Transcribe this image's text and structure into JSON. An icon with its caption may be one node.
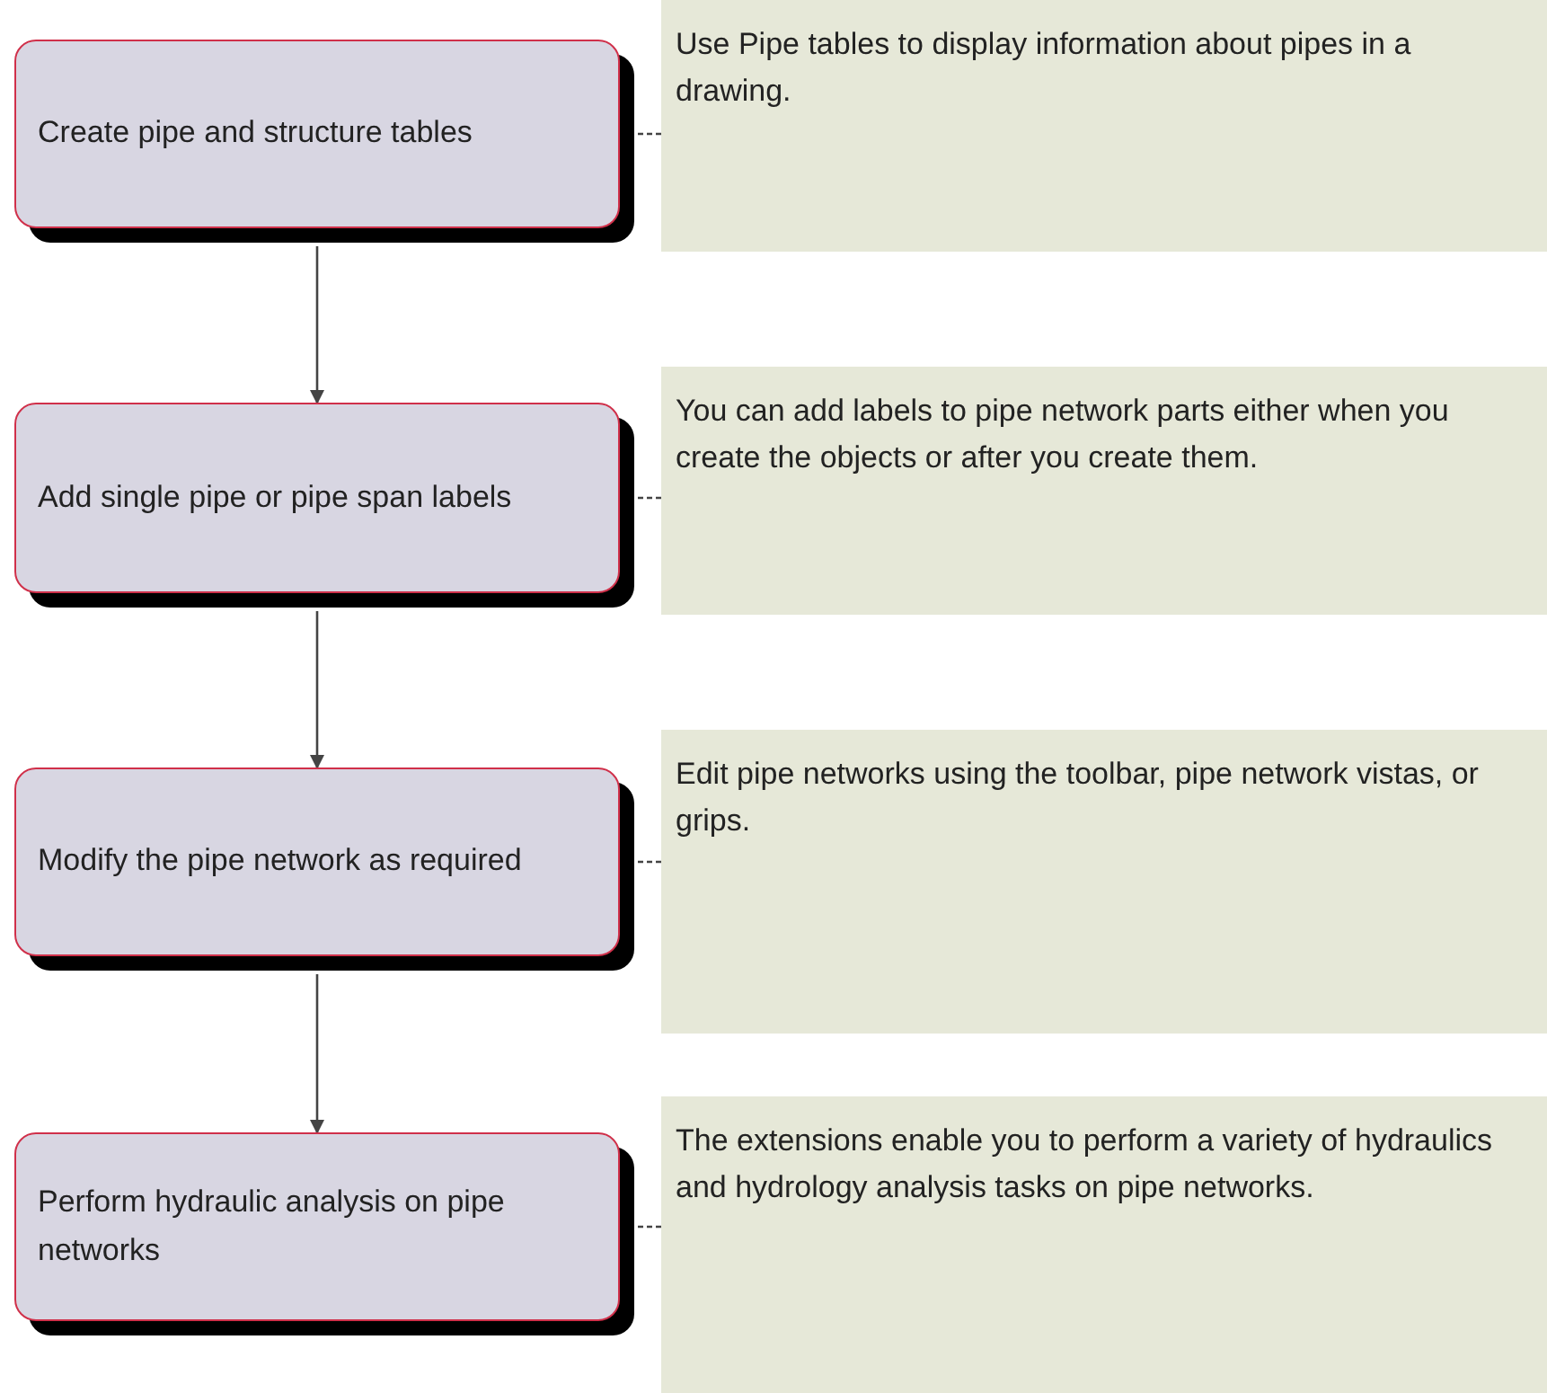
{
  "diagram": {
    "nodes": [
      {
        "text": [
          "Create pipe and structure tables"
        ]
      },
      {
        "text": [
          "Use Pipe tables to display information about pipes in a drawing."
        ]
      },
      {
        "text": [
          "Add single pipe or pipe span labels"
        ]
      },
      {
        "text": [
          "You can add labels to pipe network parts either when you create the objects or after you create them."
        ]
      },
      {
        "text": [
          "Modify the pipe network as required"
        ]
      },
      {
        "text": [
          "Edit pipe networks using the toolbar, pipe network vistas, or grips."
        ]
      },
      {
        "text": [
          "Perform hydraulic analysis on pipe networks"
        ]
      },
      {
        "text": [
          "The extensions enable you to perform a variety of hydraulics and hydrology analysis tasks on pipe networks."
        ]
      }
    ],
    "edges": [
      {
        "from": 0,
        "to": 1,
        "arrow": "none",
        "style": "dashed"
      },
      {
        "from": 0,
        "to": 2,
        "arrow": "to"
      },
      {
        "from": 2,
        "to": 3,
        "arrow": "none",
        "style": "dashed"
      },
      {
        "from": 2,
        "to": 4,
        "arrow": "to"
      },
      {
        "from": 4,
        "to": 5,
        "arrow": "none",
        "style": "dashed"
      },
      {
        "from": 4,
        "to": 6,
        "arrow": "to"
      },
      {
        "from": 6,
        "to": 7,
        "arrow": "none",
        "style": "dashed"
      }
    ]
  }
}
